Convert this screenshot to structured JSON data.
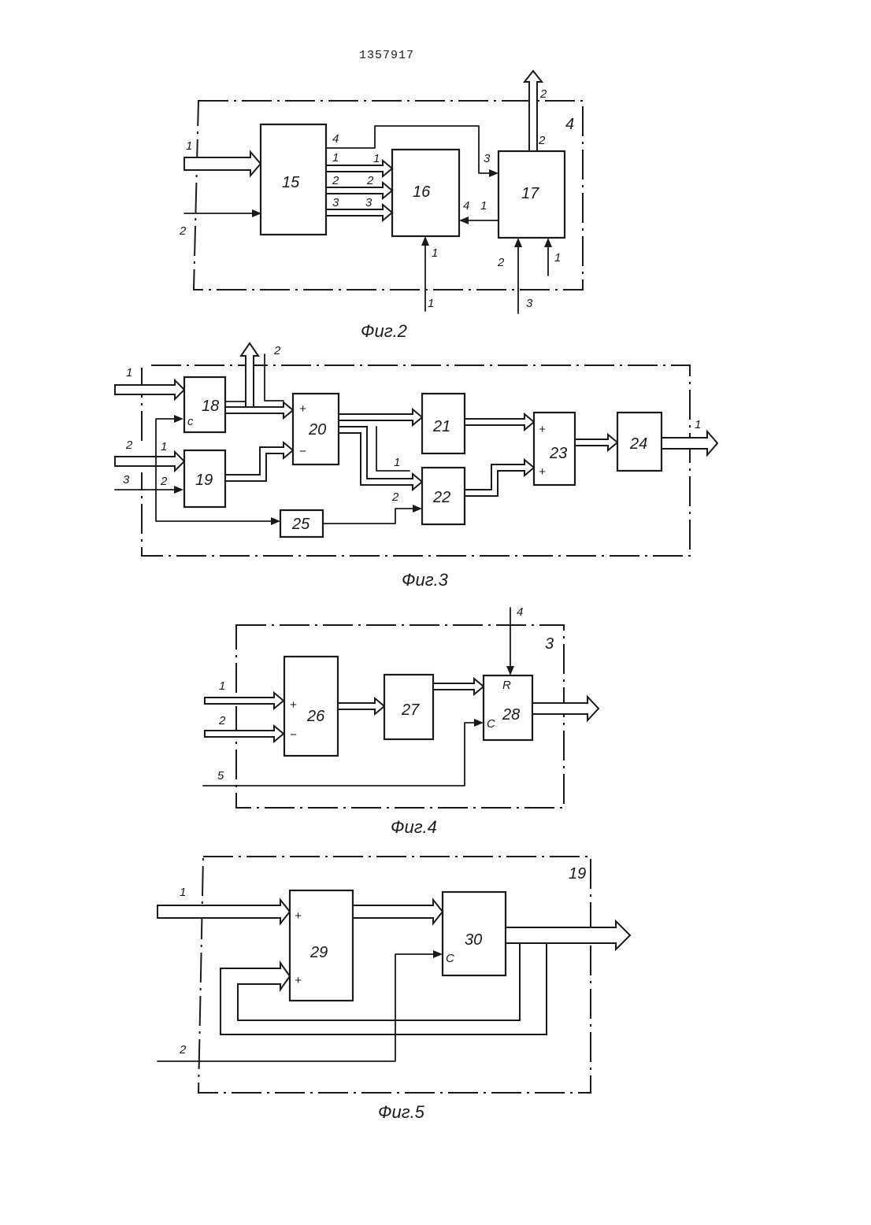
{
  "patent_number": "1357917",
  "fig2": {
    "caption": "Фиг.2",
    "frame_id": "4",
    "blocks": {
      "b15": "15",
      "b16": "16",
      "b17": "17"
    },
    "ports": {
      "in_1": "1",
      "in_2": "2",
      "o15_4": "4",
      "o15_1": "1",
      "o15_2": "2",
      "o15_3": "3",
      "i16_1": "1",
      "i16_2": "2",
      "i16_3": "3",
      "i16_4": "4",
      "i16_bottom": "1",
      "i17_3": "3",
      "o17_1": "1",
      "o17_top": "2",
      "i17_2": "2",
      "i17_1": "1",
      "ext_bottom_1": "1",
      "ext_bottom_3": "3",
      "ext_top_2": "2"
    }
  },
  "fig3": {
    "caption": "Фиг.3",
    "blocks": {
      "b18": "18",
      "b19": "19",
      "b20": "20",
      "b21": "21",
      "b22": "22",
      "b23": "23",
      "b24": "24",
      "b25": "25"
    },
    "ports": {
      "in_1": "1",
      "in_2": "2",
      "in_3": "3",
      "c18": "c",
      "i19_1": "1",
      "i19_2": "2",
      "out_top_2": "2",
      "out_right_1": "1",
      "i20_plus": "+",
      "i20_minus": "−",
      "i22_1": "1",
      "i22_2": "2",
      "i23_plus_a": "+",
      "i23_plus_b": "+"
    }
  },
  "fig4": {
    "caption": "Фиг.4",
    "frame_id": "3",
    "blocks": {
      "b26": "26",
      "b27": "27",
      "b28": "28"
    },
    "ports": {
      "in_1": "1",
      "in_2": "2",
      "in_5": "5",
      "in_4": "4",
      "i26_plus": "+",
      "i26_minus": "−",
      "r28": "R",
      "c28": "C"
    }
  },
  "fig5": {
    "caption": "Фиг.5",
    "frame_id": "19",
    "blocks": {
      "b29": "29",
      "b30": "30"
    },
    "ports": {
      "in_1": "1",
      "in_2": "2",
      "i29_plus_a": "+",
      "i29_plus_b": "+",
      "c30": "C"
    }
  }
}
